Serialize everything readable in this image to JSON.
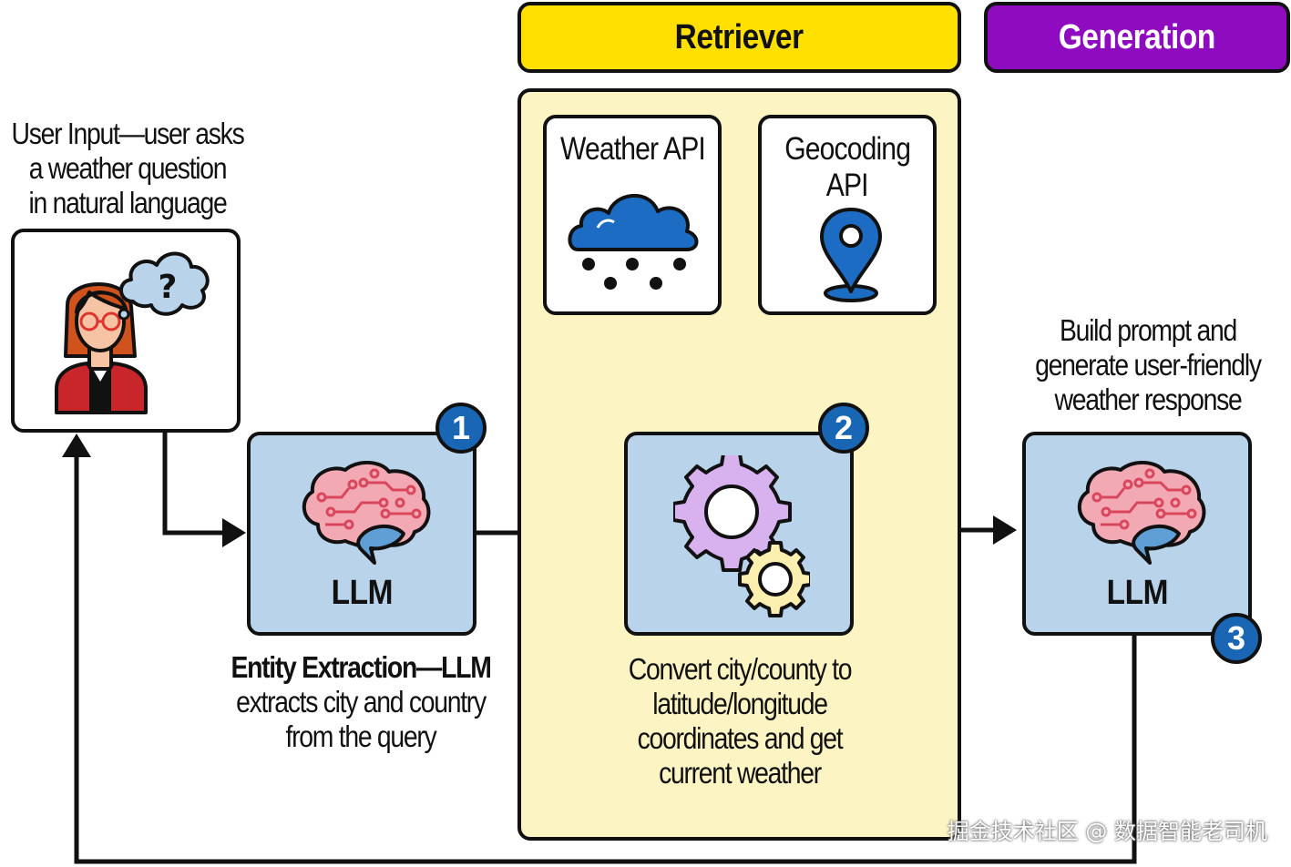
{
  "banners": {
    "retriever": {
      "label": "Retriever",
      "color": "#ffe000"
    },
    "generation": {
      "label": "Generation",
      "color": "#8e0bbf"
    }
  },
  "colors": {
    "retriever_panel": "#fdf4c4",
    "llm_box": "#b9d3ea",
    "badge": "#1866b4",
    "cloud": "#1b6cc2",
    "pin": "#1b6cc2",
    "gear_large": "#d8b1ef",
    "gear_small": "#fbefb0",
    "brain": "#f2a9b4",
    "brain_circuit": "#d9475d",
    "person_shirt": "#c9262c",
    "person_hair": "#d0521c"
  },
  "user_input": {
    "lines": [
      "User Input—user asks",
      "a weather question",
      "in natural language"
    ],
    "icons": [
      "person-icon",
      "thought-bubble-icon"
    ],
    "question_mark": "?"
  },
  "step1": {
    "badge": "1",
    "box_label": "LLM",
    "caption_bold": "Entity Extraction—LLM",
    "caption_lines": [
      "extracts city and country",
      "from the query"
    ]
  },
  "retriever": {
    "weather_api": {
      "title": "Weather API",
      "icon": "snow-cloud-icon"
    },
    "geocoding_api": {
      "title_lines": [
        "Geocoding",
        "API"
      ],
      "icon": "location-pin-icon"
    }
  },
  "step2": {
    "badge": "2",
    "icon": "gears-icon",
    "caption_lines": [
      "Convert city/county to",
      "latitude/longitude",
      "coordinates and get",
      "current weather"
    ]
  },
  "step3": {
    "badge": "3",
    "box_label": "LLM",
    "caption_lines": [
      "Build prompt and",
      "generate user-friendly",
      "weather response"
    ]
  },
  "watermark": "掘金技术社区 @ 数据智能老司机"
}
